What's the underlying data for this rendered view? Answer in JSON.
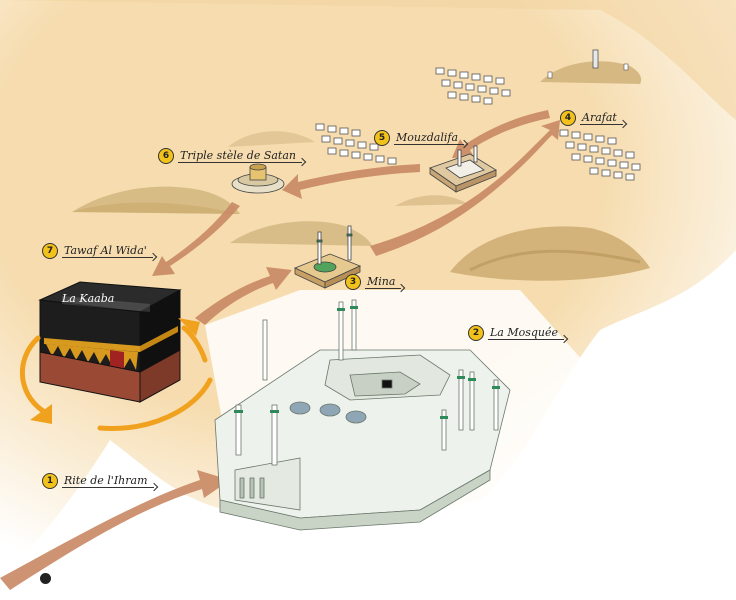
{
  "colors": {
    "sand": "#f6dcae",
    "path_arrow": "#c98a66",
    "label_circle": "#f2c21b",
    "mosque_wall": "#e7ece4",
    "minaret_green": "#2f8a5a",
    "kaaba_black": "#1d1d1d",
    "kaaba_gold": "#d89a1e",
    "rotation_arrow": "#f0a21e"
  },
  "steps": [
    {
      "number": "1",
      "label": "Rite de l'Ihram"
    },
    {
      "number": "2",
      "label": "La Mosquée"
    },
    {
      "number": "3",
      "label": "Mina"
    },
    {
      "number": "4",
      "label": "Arafat"
    },
    {
      "number": "5",
      "label": "Mouzdalifa"
    },
    {
      "number": "6",
      "label": "Triple stèle de Satan"
    },
    {
      "number": "7",
      "label": "Tawaf Al Wida'"
    }
  ],
  "kaaba": {
    "label": "La Kaaba"
  },
  "icons": [
    "publisher-logo-icon"
  ]
}
